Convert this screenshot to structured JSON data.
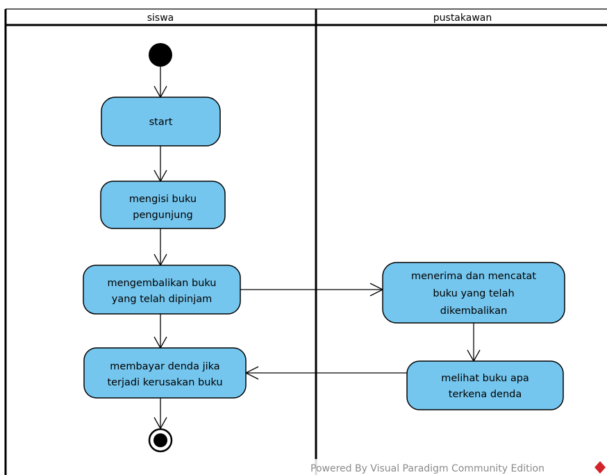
{
  "swimlanes": [
    {
      "id": "siswa",
      "title": "siswa"
    },
    {
      "id": "pustakawan",
      "title": "pustakawan"
    }
  ],
  "actions": [
    {
      "id": "start",
      "lane": "siswa",
      "lines": [
        "start"
      ]
    },
    {
      "id": "mengisi",
      "lane": "siswa",
      "lines": [
        "mengisi buku",
        "pengunjung"
      ]
    },
    {
      "id": "mengembalikan",
      "lane": "siswa",
      "lines": [
        "mengembalikan buku",
        "yang telah dipinjam"
      ]
    },
    {
      "id": "membayar",
      "lane": "siswa",
      "lines": [
        "membayar denda jika",
        "terjadi kerusakan buku"
      ]
    },
    {
      "id": "menerima",
      "lane": "pustakawan",
      "lines": [
        "menerima dan mencatat",
        "buku yang telah",
        "dikembalikan"
      ]
    },
    {
      "id": "melihat",
      "lane": "pustakawan",
      "lines": [
        "melihat buku apa",
        "terkena denda"
      ]
    }
  ],
  "flows": [
    {
      "from": "initial",
      "to": "start"
    },
    {
      "from": "start",
      "to": "mengisi"
    },
    {
      "from": "mengisi",
      "to": "mengembalikan"
    },
    {
      "from": "mengembalikan",
      "to": "menerima"
    },
    {
      "from": "menerima",
      "to": "melihat"
    },
    {
      "from": "melihat",
      "to": "membayar"
    },
    {
      "from": "membayar",
      "to": "final"
    }
  ],
  "watermark": "Powered By  Visual Paradigm Community Edition",
  "colors": {
    "action_fill": "#75c6ee",
    "line": "#000000",
    "watermark_text": "#8a8a8a",
    "logo_red": "#d2232a"
  }
}
